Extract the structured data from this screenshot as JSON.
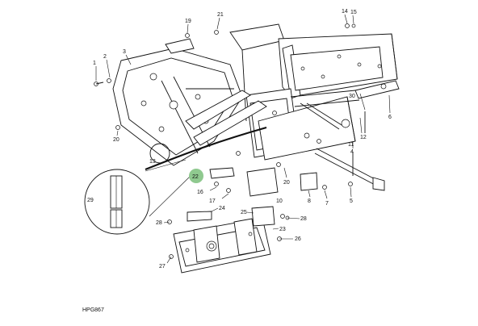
{
  "figure_ref": "HPG867",
  "highlight_color": "#8fc98f",
  "callouts": [
    {
      "id": "c1",
      "label": "1"
    },
    {
      "id": "c2",
      "label": "2"
    },
    {
      "id": "c3",
      "label": "3"
    },
    {
      "id": "c4",
      "label": "4"
    },
    {
      "id": "c5",
      "label": "5"
    },
    {
      "id": "c6",
      "label": "6"
    },
    {
      "id": "c7",
      "label": "7"
    },
    {
      "id": "c8",
      "label": "8"
    },
    {
      "id": "c10",
      "label": "10"
    },
    {
      "id": "c11",
      "label": "11"
    },
    {
      "id": "c12",
      "label": "12"
    },
    {
      "id": "c13",
      "label": "13"
    },
    {
      "id": "c14",
      "label": "14"
    },
    {
      "id": "c15",
      "label": "15"
    },
    {
      "id": "c16",
      "label": "16"
    },
    {
      "id": "c17",
      "label": "17"
    },
    {
      "id": "c19",
      "label": "19"
    },
    {
      "id": "c20a",
      "label": "20"
    },
    {
      "id": "c20b",
      "label": "20"
    },
    {
      "id": "c21",
      "label": "21"
    },
    {
      "id": "c22",
      "label": "22"
    },
    {
      "id": "c23",
      "label": "23"
    },
    {
      "id": "c24",
      "label": "24"
    },
    {
      "id": "c25",
      "label": "25"
    },
    {
      "id": "c26",
      "label": "26"
    },
    {
      "id": "c27",
      "label": "27"
    },
    {
      "id": "c28a",
      "label": "28"
    },
    {
      "id": "c28b",
      "label": "28"
    },
    {
      "id": "c29",
      "label": "29"
    },
    {
      "id": "c30",
      "label": "30"
    }
  ]
}
